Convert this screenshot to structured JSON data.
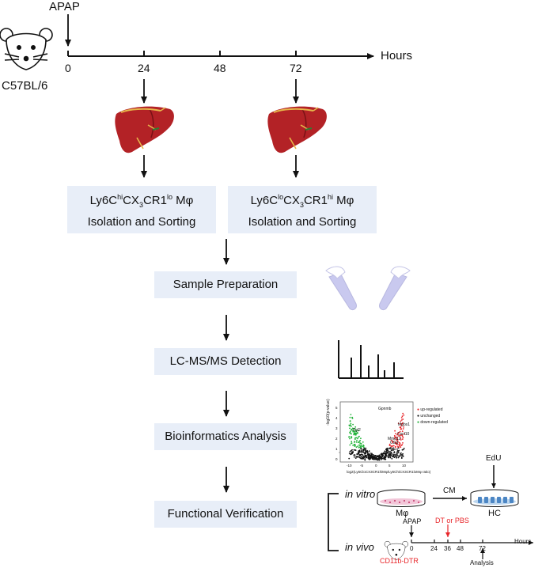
{
  "timeline": {
    "drug": "APAP",
    "mouse_strain": "C57BL/6",
    "ticks": [
      "0",
      "24",
      "48",
      "72"
    ],
    "unit": "Hours"
  },
  "populations": [
    {
      "prefix": "Ly6C",
      "sup1": "hi",
      "mid": "CX",
      "sub": "3",
      "mid2": "CR1",
      "sup2": "lo",
      "suffix": " Mφ",
      "line2": "Isolation and Sorting"
    },
    {
      "prefix": "Ly6C",
      "sup1": "lo",
      "mid": "CX",
      "sub": "3",
      "mid2": "CR1",
      "sup2": "hi",
      "suffix": " Mφ",
      "line2": "Isolation and Sorting"
    }
  ],
  "steps": [
    "Sample Preparation",
    "LC-MS/MS Detection",
    "Bioinformatics Analysis",
    "Functional Verification"
  ],
  "volcano": {
    "legend": [
      "up-regulated",
      "unchanged",
      "down-regulated"
    ],
    "colors": {
      "up": "#e8262a",
      "unchanged": "#111111",
      "down": "#22b33a"
    },
    "gene_labels": [
      "Gpnmb",
      "Mgbs1",
      "Cxcl10",
      "Mmp12",
      "Ctsd",
      "Fgl2",
      "Ccr2"
    ],
    "y_ticks": [
      "0",
      "1",
      "2",
      "3",
      "4",
      "5"
    ],
    "x_ticks": [
      "-10",
      "-5",
      "0",
      "5",
      "10"
    ],
    "ylabel": "-log10(p-value)",
    "xlabel": "log2(Ly6CloCX3CR1hiMφ/Ly6ChiCX3CR1loMφ ratio)"
  },
  "invitro": {
    "label": "in vitro",
    "transfer": "CM",
    "source": "Mφ",
    "target": "HC",
    "additive": "EdU"
  },
  "invivo": {
    "label": "in vivo",
    "mouse": "CD11b-DTR",
    "drug": "APAP",
    "treatment": "DT or PBS",
    "ticks": [
      "0",
      "24",
      "36",
      "48",
      "72"
    ],
    "unit": "Hours",
    "endpoint": "Analysis"
  },
  "colors": {
    "box": "#e8eef8",
    "liver": "#b32226",
    "tube": "#c9c9ef",
    "red": "#e8262a"
  }
}
